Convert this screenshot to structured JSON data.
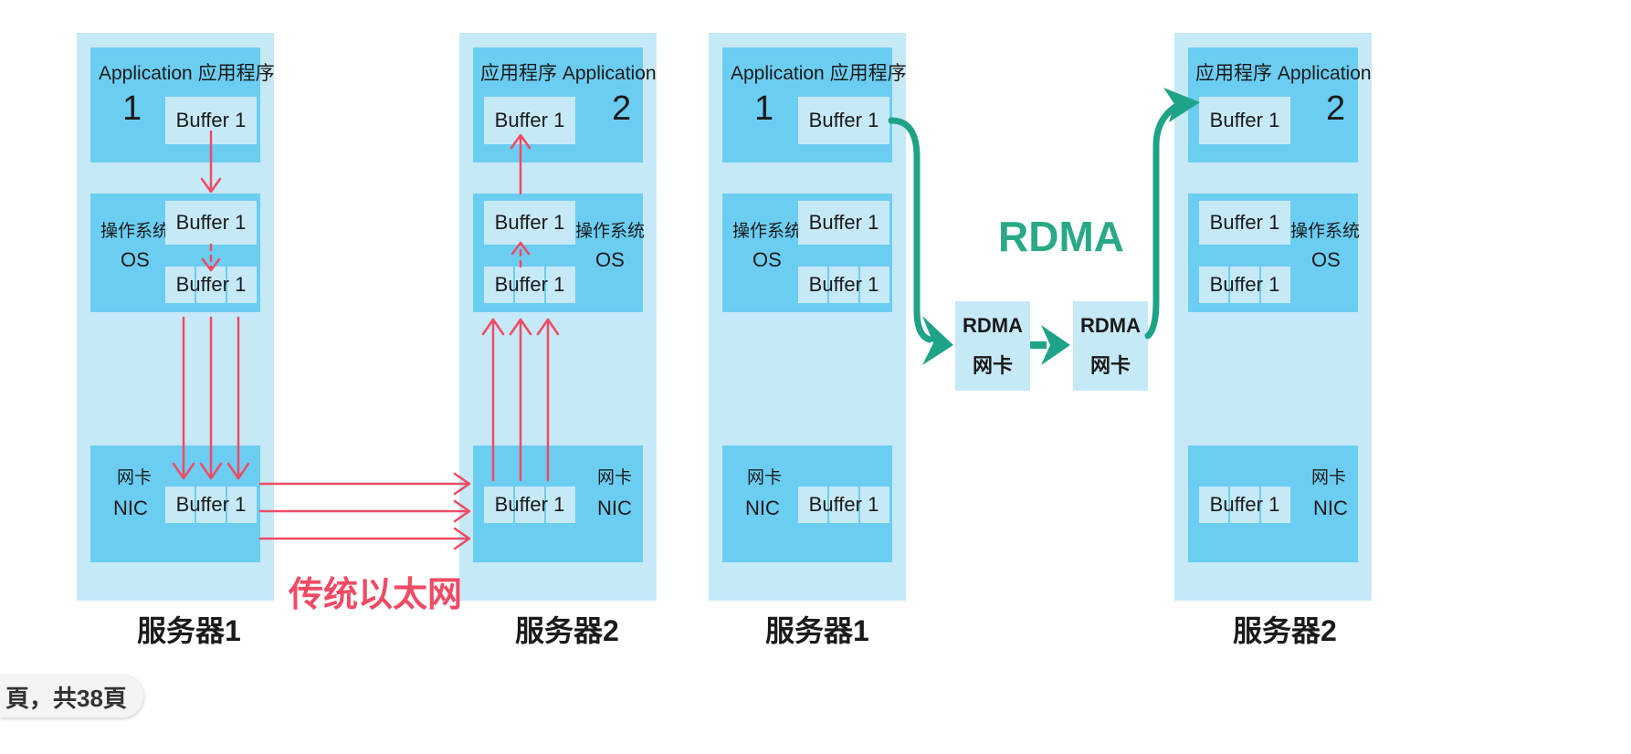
{
  "left_diagram": {
    "server1": {
      "app_label": "Application 应用程序",
      "app_num": "1",
      "app_buffer": "Buffer 1",
      "os_label": "操作系统",
      "os_sub": "OS",
      "os_buffer_top": "Buffer 1",
      "os_buffer_bottom": "Buffer 1",
      "nic_label": "网卡",
      "nic_sub": "NIC",
      "nic_buffer": "Buffer 1",
      "caption": "服务器1"
    },
    "server2": {
      "app_label": "应用程序 Application",
      "app_num": "2",
      "app_buffer": "Buffer 1",
      "os_label": "操作系统",
      "os_sub": "OS",
      "os_buffer_top": "Buffer 1",
      "os_buffer_bottom": "Buffer 1",
      "nic_label": "网卡",
      "nic_sub": "NIC",
      "nic_buffer": "Buffer 1",
      "caption": "服务器2"
    },
    "network_label": "传统以太网"
  },
  "right_diagram": {
    "server1": {
      "app_label": "Application 应用程序",
      "app_num": "1",
      "app_buffer": "Buffer 1",
      "os_label": "操作系统",
      "os_sub": "OS",
      "os_buffer_top": "Buffer 1",
      "os_buffer_bottom": "Buffer 1",
      "nic_label": "网卡",
      "nic_sub": "NIC",
      "nic_buffer": "Buffer 1",
      "caption": "服务器1"
    },
    "server2": {
      "app_label": "应用程序 Application",
      "app_num": "2",
      "app_buffer": "Buffer 1",
      "os_label": "操作系统",
      "os_sub": "OS",
      "os_buffer_top": "Buffer 1",
      "os_buffer_bottom": "Buffer 1",
      "nic_label": "网卡",
      "nic_sub": "NIC",
      "nic_buffer": "Buffer 1",
      "caption": "服务器2"
    },
    "title": "RDMA",
    "card1": {
      "line1": "RDMA",
      "line2": "网卡"
    },
    "card2": {
      "line1": "RDMA",
      "line2": "网卡"
    }
  },
  "page_indicator": "頁，共38頁",
  "colors": {
    "light_blue": "#c6e9f8",
    "mid_blue": "#6ccdf2",
    "red_arrow": "#f04a64",
    "green_arrow": "#1fa386"
  }
}
